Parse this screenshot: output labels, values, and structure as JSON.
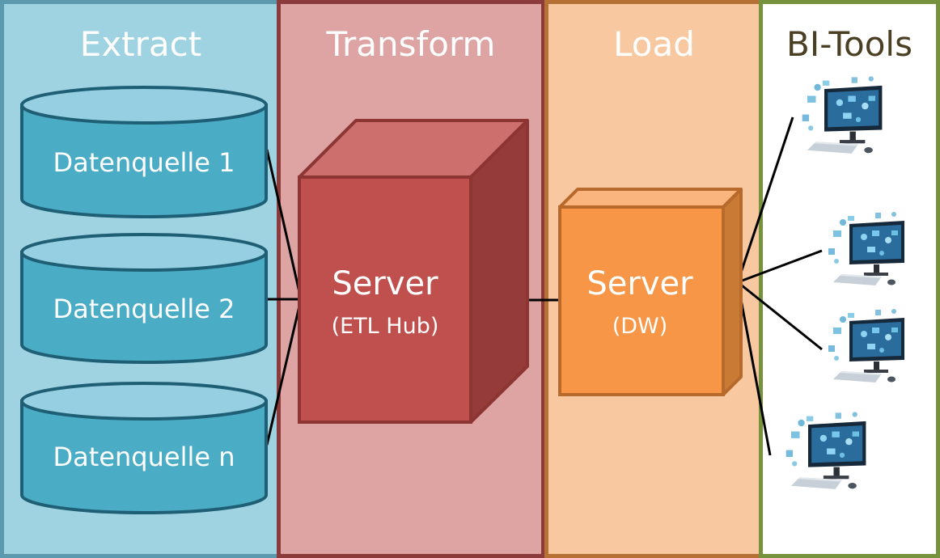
{
  "columns": {
    "extract": "Extract",
    "transform": "Transform",
    "load": "Load",
    "bi_tools": "BI-Tools"
  },
  "sources": [
    "Datenquelle 1",
    "Datenquelle 2",
    "Datenquelle n"
  ],
  "etl_server": {
    "label": "Server",
    "sublabel": "(ETL Hub)"
  },
  "dw_server": {
    "label": "Server",
    "sublabel": "(DW)"
  },
  "colors": {
    "extract_bg": "#9fd3e2",
    "transform_bg": "#dea4a4",
    "load_bg": "#f8c9a1",
    "bi_bg": "#ffffff",
    "cylinder": "#4bacc6",
    "etl_cube": "#c0504d",
    "dw_cube": "#f79646"
  },
  "icons": [
    "computer-icon"
  ]
}
